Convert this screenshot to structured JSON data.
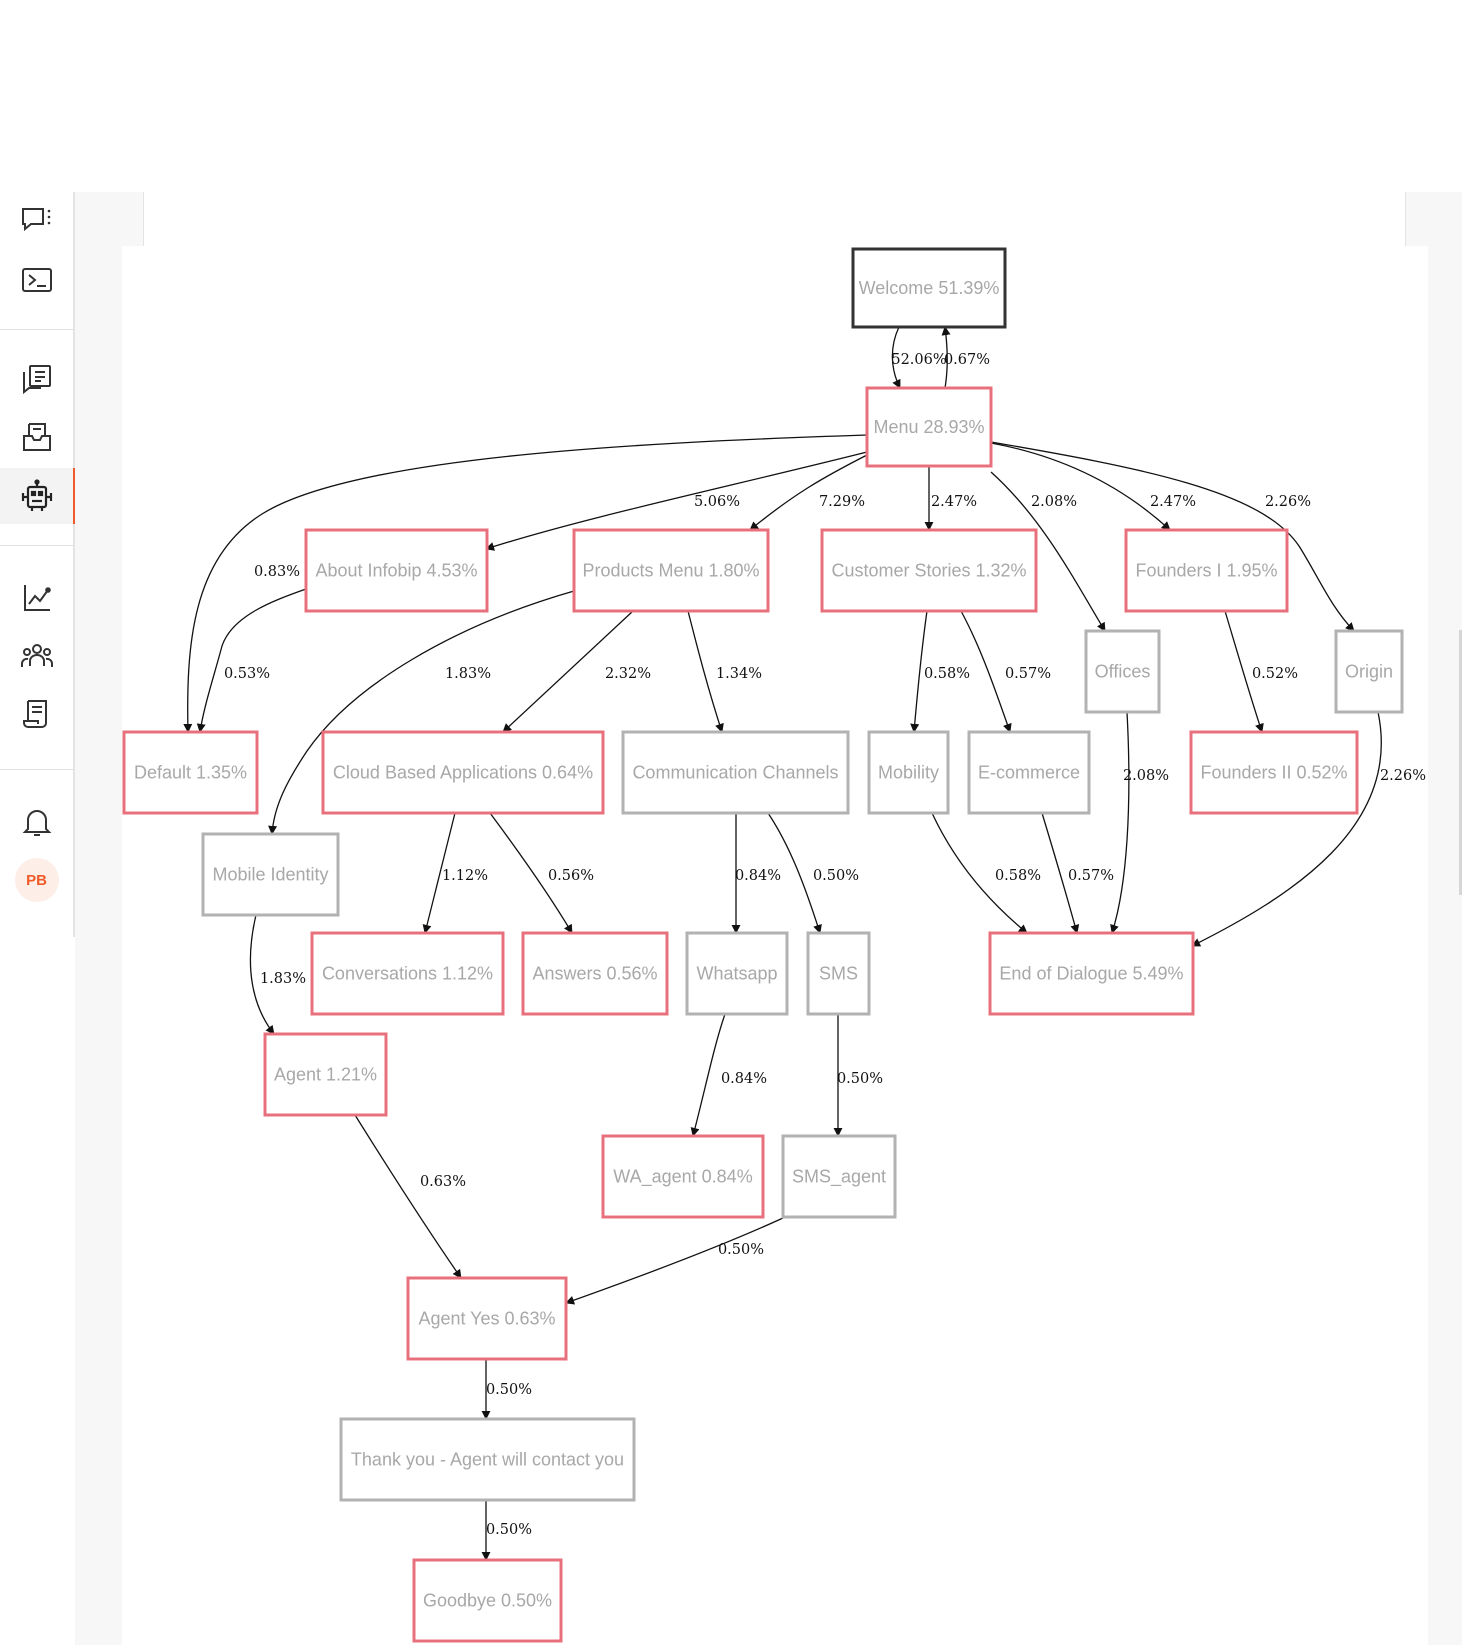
{
  "sidebar": {
    "items": [
      {
        "icon": "chat-dots-icon",
        "active": false
      },
      {
        "icon": "terminal-icon",
        "active": false
      },
      {
        "icon": "conversations-icon",
        "active": false
      },
      {
        "icon": "inbox-tray-icon",
        "active": false
      },
      {
        "icon": "bot-icon",
        "active": true
      },
      {
        "icon": "analytics-icon",
        "active": false
      },
      {
        "icon": "people-icon",
        "active": false
      },
      {
        "icon": "scroll-icon",
        "active": false
      },
      {
        "icon": "bell-icon",
        "active": false
      }
    ],
    "avatar_initials": "PB",
    "accent_color": "#f05a28"
  },
  "graph": {
    "colors": {
      "highlighted": "#e8707c",
      "normal": "#b2b2b2",
      "root": "#333333"
    },
    "nodes": [
      {
        "id": "welcome",
        "label": "Welcome 51.39%",
        "style": "root"
      },
      {
        "id": "menu",
        "label": "Menu 28.93%",
        "style": "highlighted"
      },
      {
        "id": "about",
        "label": "About Infobip 4.53%",
        "style": "highlighted"
      },
      {
        "id": "products",
        "label": "Products Menu 1.80%",
        "style": "highlighted"
      },
      {
        "id": "stories",
        "label": "Customer Stories 1.32%",
        "style": "highlighted"
      },
      {
        "id": "founders1",
        "label": "Founders I 1.95%",
        "style": "highlighted"
      },
      {
        "id": "offices",
        "label": "Offices",
        "style": "normal"
      },
      {
        "id": "origin",
        "label": "Origin",
        "style": "normal"
      },
      {
        "id": "default",
        "label": "Default 1.35%",
        "style": "highlighted"
      },
      {
        "id": "cloud",
        "label": "Cloud Based Applications 0.64%",
        "style": "highlighted"
      },
      {
        "id": "comm",
        "label": "Communication Channels",
        "style": "normal"
      },
      {
        "id": "mobility",
        "label": "Mobility",
        "style": "normal"
      },
      {
        "id": "ecommerce",
        "label": "E-commerce",
        "style": "normal"
      },
      {
        "id": "founders2",
        "label": "Founders II 0.52%",
        "style": "highlighted"
      },
      {
        "id": "mobileid",
        "label": "Mobile Identity",
        "style": "normal"
      },
      {
        "id": "conversations",
        "label": "Conversations 1.12%",
        "style": "highlighted"
      },
      {
        "id": "answers",
        "label": "Answers 0.56%",
        "style": "highlighted"
      },
      {
        "id": "whatsapp",
        "label": "Whatsapp",
        "style": "normal"
      },
      {
        "id": "sms",
        "label": "SMS",
        "style": "normal"
      },
      {
        "id": "end",
        "label": "End of Dialogue 5.49%",
        "style": "highlighted"
      },
      {
        "id": "agent",
        "label": "Agent 1.21%",
        "style": "highlighted"
      },
      {
        "id": "waagent",
        "label": "WA_agent 0.84%",
        "style": "highlighted"
      },
      {
        "id": "smsagent",
        "label": "SMS_agent",
        "style": "normal"
      },
      {
        "id": "agentyes",
        "label": "Agent Yes 0.63%",
        "style": "highlighted"
      },
      {
        "id": "thankyou",
        "label": "Thank you - Agent will contact you",
        "style": "normal"
      },
      {
        "id": "goodbye",
        "label": "Goodbye 0.50%",
        "style": "highlighted"
      }
    ],
    "edges": [
      {
        "from": "welcome",
        "to": "menu",
        "label": "52.06%"
      },
      {
        "from": "menu",
        "to": "welcome",
        "label": "0.67%"
      },
      {
        "from": "menu",
        "to": "default",
        "label": "0.83%"
      },
      {
        "from": "menu",
        "to": "about",
        "label": "5.06%"
      },
      {
        "from": "menu",
        "to": "products",
        "label": "7.29%"
      },
      {
        "from": "menu",
        "to": "stories",
        "label": "2.47%"
      },
      {
        "from": "menu",
        "to": "offices",
        "label": "2.08%"
      },
      {
        "from": "menu",
        "to": "founders1",
        "label": "2.47%"
      },
      {
        "from": "menu",
        "to": "origin",
        "label": "2.26%"
      },
      {
        "from": "about",
        "to": "default",
        "label": "0.53%"
      },
      {
        "from": "products",
        "to": "mobileid",
        "label": "1.83%"
      },
      {
        "from": "products",
        "to": "cloud",
        "label": "2.32%"
      },
      {
        "from": "products",
        "to": "comm",
        "label": "1.34%"
      },
      {
        "from": "stories",
        "to": "mobility",
        "label": "0.58%"
      },
      {
        "from": "stories",
        "to": "ecommerce",
        "label": "0.57%"
      },
      {
        "from": "founders1",
        "to": "founders2",
        "label": "0.52%"
      },
      {
        "from": "offices",
        "to": "end",
        "label": "2.08%"
      },
      {
        "from": "origin",
        "to": "end",
        "label": "2.26%"
      },
      {
        "from": "cloud",
        "to": "conversations",
        "label": "1.12%"
      },
      {
        "from": "cloud",
        "to": "answers",
        "label": "0.56%"
      },
      {
        "from": "comm",
        "to": "whatsapp",
        "label": "0.84%"
      },
      {
        "from": "comm",
        "to": "sms",
        "label": "0.50%"
      },
      {
        "from": "mobility",
        "to": "end",
        "label": "0.58%"
      },
      {
        "from": "ecommerce",
        "to": "end",
        "label": "0.57%"
      },
      {
        "from": "mobileid",
        "to": "agent",
        "label": "1.83%"
      },
      {
        "from": "whatsapp",
        "to": "waagent",
        "label": "0.84%"
      },
      {
        "from": "sms",
        "to": "smsagent",
        "label": "0.50%"
      },
      {
        "from": "agent",
        "to": "agentyes",
        "label": "0.63%"
      },
      {
        "from": "smsagent",
        "to": "agentyes",
        "label": "0.50%"
      },
      {
        "from": "agentyes",
        "to": "thankyou",
        "label": "0.50%"
      },
      {
        "from": "thankyou",
        "to": "goodbye",
        "label": "0.50%"
      }
    ]
  }
}
